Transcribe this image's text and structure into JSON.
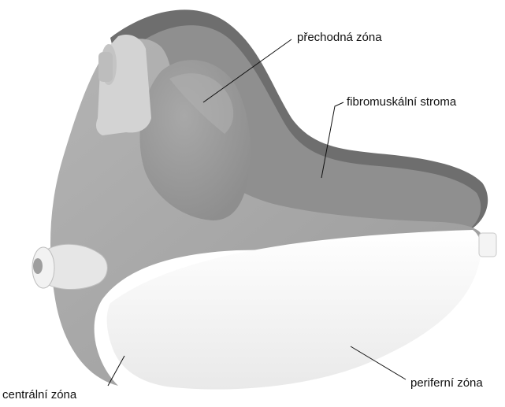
{
  "labels": {
    "transition_zone": "přechodná zóna",
    "fibromuscular_stroma": "fibromuskální stroma",
    "peripheral_zone": "periferní zóna",
    "central_zone": "centrální zóna"
  },
  "colors": {
    "background": "#ffffff",
    "outer_shell": "#a9a9a9",
    "dark_rim": "#6e6e6e",
    "stroma": "#8f8f8f",
    "transition_zone": "#9c9c9c",
    "peripheral_zone": "#f7f7f7",
    "urethra": "#efefef",
    "line": "#111111"
  }
}
